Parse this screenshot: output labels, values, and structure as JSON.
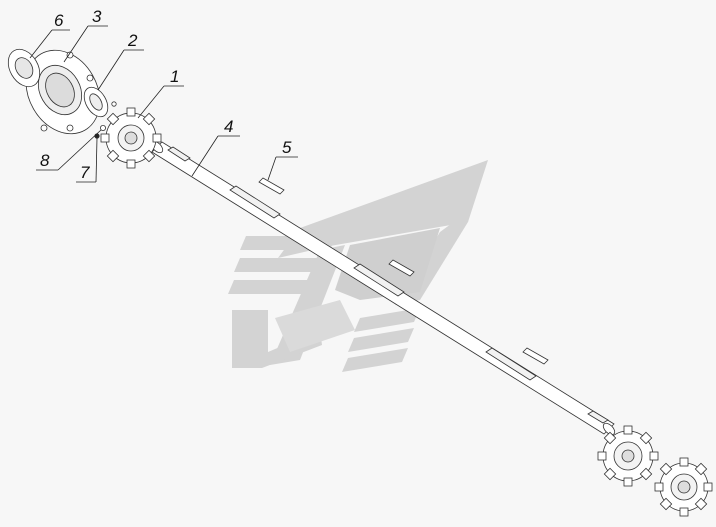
{
  "diagram": {
    "callouts": [
      {
        "id": "6",
        "label": "6"
      },
      {
        "id": "3",
        "label": "3"
      },
      {
        "id": "2",
        "label": "2"
      },
      {
        "id": "1",
        "label": "1"
      },
      {
        "id": "4",
        "label": "4"
      },
      {
        "id": "5",
        "label": "5"
      },
      {
        "id": "8",
        "label": "8"
      },
      {
        "id": "7",
        "label": "7"
      }
    ],
    "colors": {
      "background": "#f7f7f7",
      "line": "#333333",
      "watermark": "#d3d3d3"
    }
  }
}
